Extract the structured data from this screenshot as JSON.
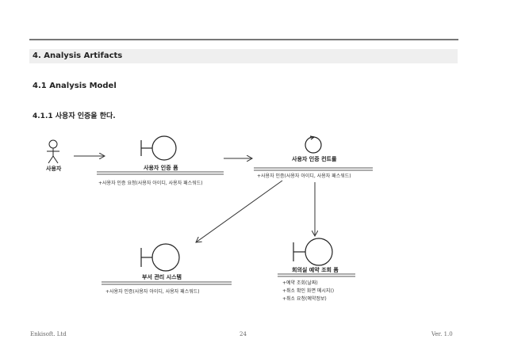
{
  "section": {
    "title": "4. Analysis  Artifacts"
  },
  "subsection": {
    "title": "4.1  Analysis Model"
  },
  "subsubsection": {
    "title": "4.1.1  사용자  인증을  한다."
  },
  "diagram": {
    "actor": {
      "name": "사용자"
    },
    "boundary_auth": {
      "name": "사용자 인증 폼",
      "operations": [
        "+사용자 인증 요청(사용자 아이디, 사용자 패스워드)"
      ]
    },
    "control_auth": {
      "name": "사용자 인증 컨트롤",
      "operations": [
        "+사용자 인증(사용자 아이디, 사용자 패스워드)"
      ]
    },
    "boundary_dept": {
      "name": "부서 관리 시스템",
      "operations": [
        "+사용자 인증(사용자 아이디, 사용자 패스워드)"
      ]
    },
    "boundary_meeting": {
      "name": "회의실 예약 조회 폼",
      "operations": [
        "+예약 조회(날짜)",
        "+취소 확인 화면 메시지()",
        "+취소 요청(예약정보)"
      ]
    }
  },
  "footer": {
    "company": "Enkisoft. Ltd",
    "page": "24",
    "version": "Ver. 1.0"
  }
}
